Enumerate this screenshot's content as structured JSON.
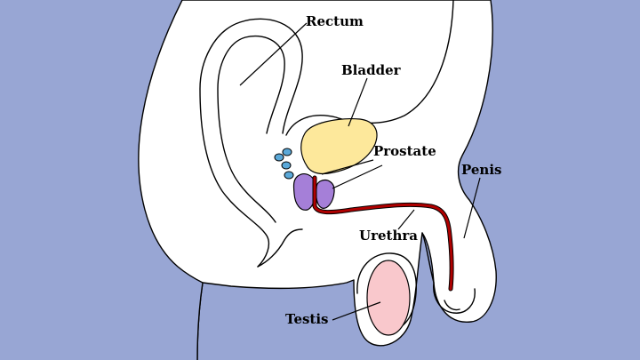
{
  "diagram": {
    "labels": {
      "rectum": "Rectum",
      "bladder": "Bladder",
      "prostate": "Prostate",
      "penis": "Penis",
      "urethra": "Urethra",
      "testis": "Testis"
    },
    "colors": {
      "background": "#98a6d4",
      "body": "#ffffff",
      "bladder": "#fde89b",
      "prostate": "#a57fd8",
      "urethra": "#b00000",
      "testis": "#f9c8cc",
      "seminal_vesicles": "#5aa8d8"
    }
  }
}
